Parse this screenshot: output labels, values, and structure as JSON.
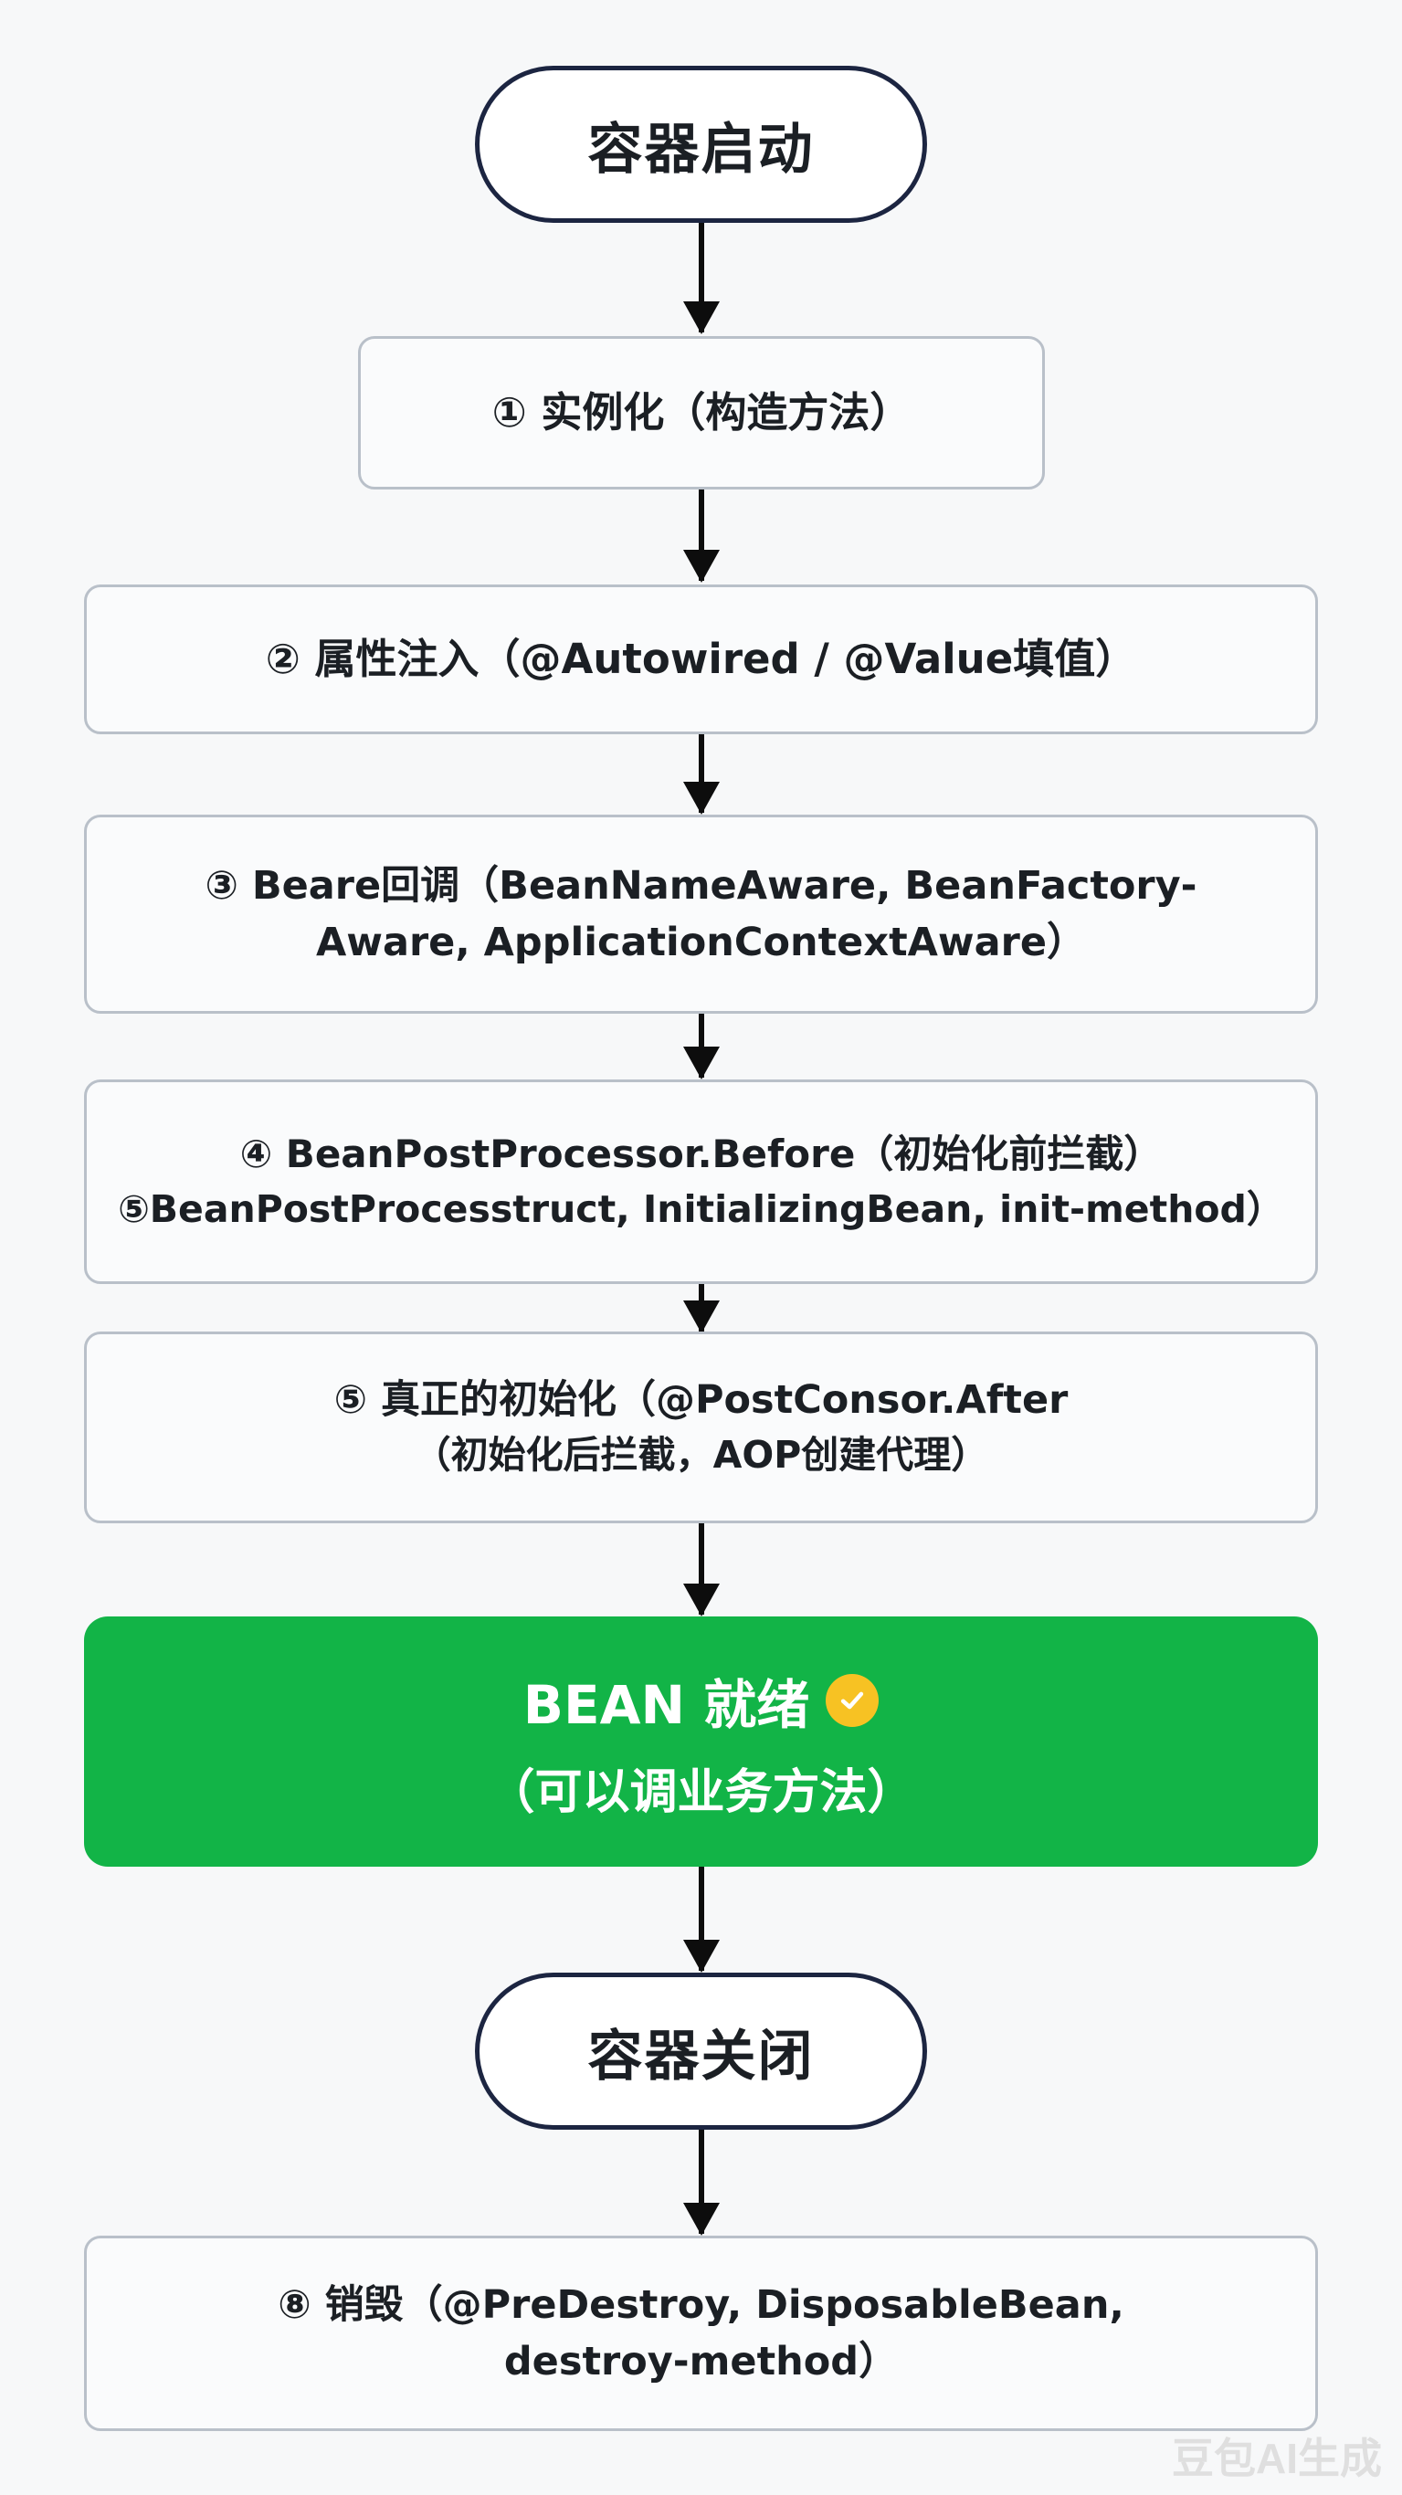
{
  "nodes": {
    "start": "容器启动",
    "step1": "① 实例化（构造方法）",
    "step2": "② 属性注入（@Autowired / @Value填值）",
    "step3": {
      "line1": "③ Beare回调（BeanNameAware, BeanFactory-",
      "line2": "Aware, ApplicationContextAware）"
    },
    "step4": {
      "line1": "④ BeanPostProcessor.Before（初始化前拦截）",
      "line2": "⑤BeanPostProcesstruct, InitializingBean, init-method）"
    },
    "step5": {
      "line1": "⑤ 真正的初始化（@PostConsor.After",
      "line2": "（初始化后拦截，AOP创建代理）"
    },
    "ready": {
      "title": "BEAN 就绪",
      "subtitle": "（可以调业务方法）"
    },
    "shutdown": "容器关闭",
    "destroy": {
      "line1": "⑧ 销毁（@PreDestroy, DisposableBean,",
      "line2": "destroy-method）"
    }
  },
  "icons": {
    "ready_check": "check-circle-icon"
  },
  "colors": {
    "ready_green": "#12b447",
    "check_yellow": "#f7c223",
    "outline_navy": "#1c2541",
    "arrow": "#0d0d0d"
  },
  "watermark": "豆包AI生成"
}
